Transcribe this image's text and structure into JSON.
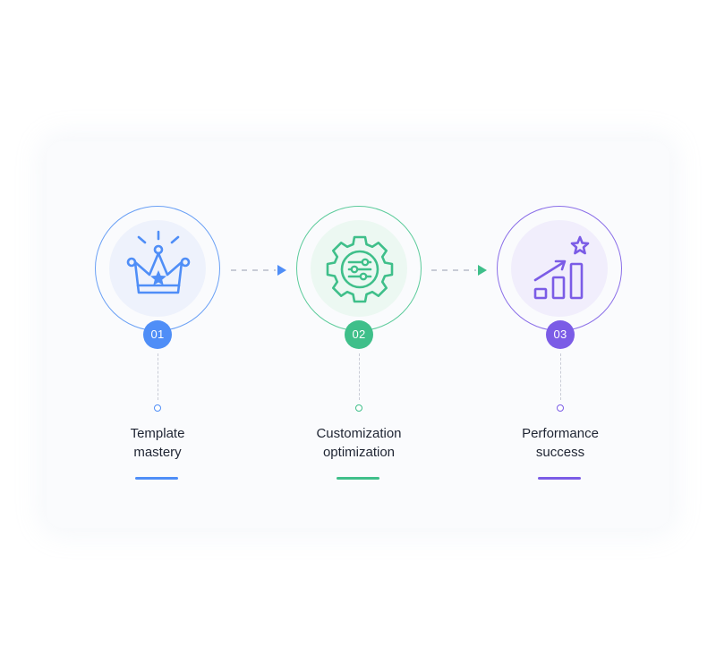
{
  "colors": {
    "blue": "#4f8ef7",
    "green": "#3fbf8a",
    "purple": "#7b5ce6",
    "connector_dash": "#b8bdc9"
  },
  "steps": [
    {
      "number": "01",
      "label_line1": "Template",
      "label_line2": "mastery",
      "icon": "crown-icon",
      "color": "#4f8ef7"
    },
    {
      "number": "02",
      "label_line1": "Customization",
      "label_line2": "optimization",
      "icon": "gear-sliders-icon",
      "color": "#3fbf8a"
    },
    {
      "number": "03",
      "label_line1": "Performance",
      "label_line2": "success",
      "icon": "growth-chart-icon",
      "color": "#7b5ce6"
    }
  ]
}
